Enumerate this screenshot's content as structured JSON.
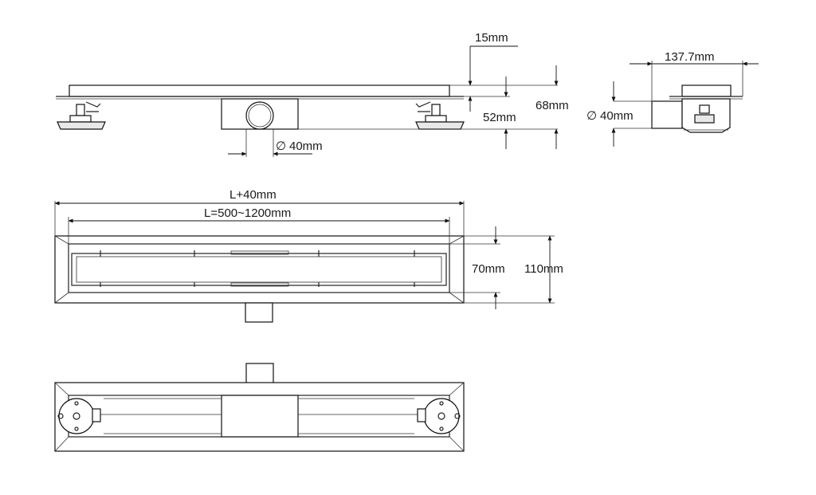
{
  "side_view": {
    "dim_top_thickness": "15mm",
    "dim_body_height": "52mm",
    "dim_total_height": "68mm",
    "dim_outlet_diameter": "40mm",
    "diameter_symbol": "∅"
  },
  "end_view": {
    "dim_width": "137.7mm",
    "dim_outlet_diameter": "40mm",
    "diameter_symbol": "∅"
  },
  "top_view": {
    "dim_overall_length": "L+40mm",
    "dim_length_range": "L=500~1200mm",
    "dim_inner_width": "70mm",
    "dim_outer_width": "110mm"
  }
}
